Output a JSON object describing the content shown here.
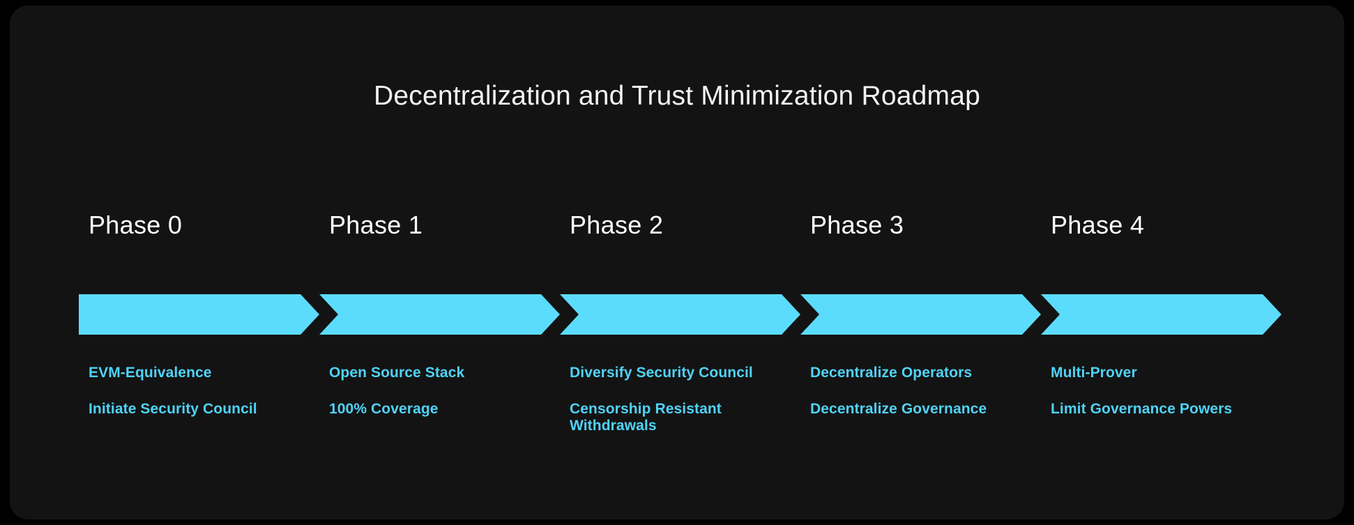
{
  "card": {
    "background_color": "#131313",
    "outer_background_color": "#000000"
  },
  "title": "Decentralization and Trust Minimization Roadmap",
  "accent_color": "#5cdcfc",
  "text_accent_color": "#4fd3f8",
  "title_color": "#f3f3f3",
  "phases": [
    {
      "label": "Phase 0",
      "items": [
        "EVM-Equivalence",
        "Initiate Security Council"
      ]
    },
    {
      "label": "Phase 1",
      "items": [
        "Open Source Stack",
        "100% Coverage"
      ]
    },
    {
      "label": "Phase 2",
      "items": [
        "Diversify Security Council",
        "Censorship Resistant Withdrawals"
      ]
    },
    {
      "label": "Phase 3",
      "items": [
        "Decentralize Operators",
        "Decentralize Governance"
      ]
    },
    {
      "label": "Phase 4",
      "items": [
        "Multi-Prover",
        "Limit Governance Powers"
      ]
    }
  ],
  "chevron": {
    "icon_name": "chevron-arrow-segment",
    "count": 5
  }
}
